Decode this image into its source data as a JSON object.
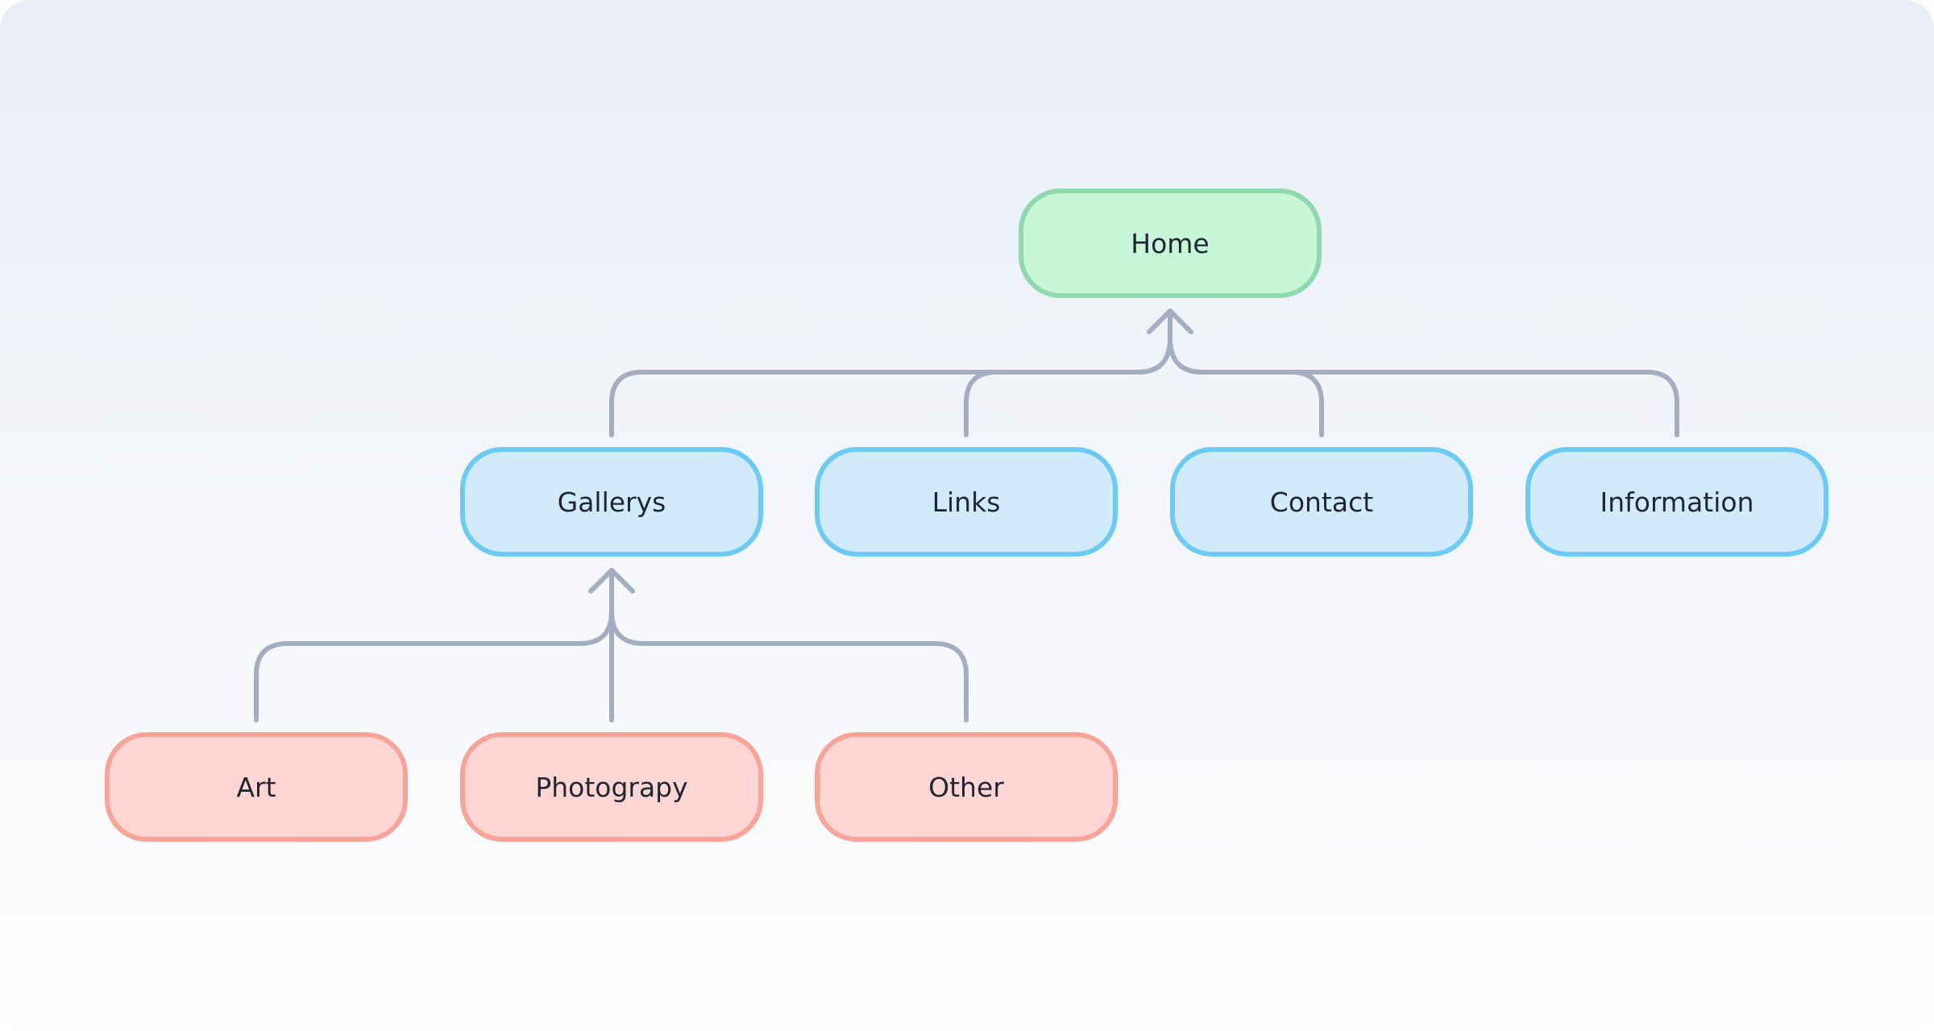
{
  "diagram": {
    "nodes": {
      "home": {
        "label": "Home",
        "color": "#c7f6d8",
        "border": "#90d8ad"
      },
      "gallerys": {
        "label": "Gallerys",
        "color": "#d1ebfd",
        "border": "#6ccaf6"
      },
      "links": {
        "label": "Links",
        "color": "#d1ebfd",
        "border": "#6ccaf6"
      },
      "contact": {
        "label": "Contact",
        "color": "#d1ebfd",
        "border": "#6ccaf6"
      },
      "information": {
        "label": "Information",
        "color": "#d1ebfd",
        "border": "#6ccaf6"
      },
      "art": {
        "label": "Art",
        "color": "#ffd6d4",
        "border": "#f9a399"
      },
      "photograpy": {
        "label": "Photograpy",
        "color": "#ffd6d4",
        "border": "#f9a399"
      },
      "other": {
        "label": "Other",
        "color": "#ffd6d4",
        "border": "#f9a399"
      }
    },
    "edges": [
      {
        "from": "gallerys",
        "to": "home"
      },
      {
        "from": "links",
        "to": "home"
      },
      {
        "from": "contact",
        "to": "home"
      },
      {
        "from": "information",
        "to": "home"
      },
      {
        "from": "art",
        "to": "gallerys"
      },
      {
        "from": "photograpy",
        "to": "gallerys"
      },
      {
        "from": "other",
        "to": "gallerys"
      }
    ],
    "connector_color": "#a4aec0"
  }
}
